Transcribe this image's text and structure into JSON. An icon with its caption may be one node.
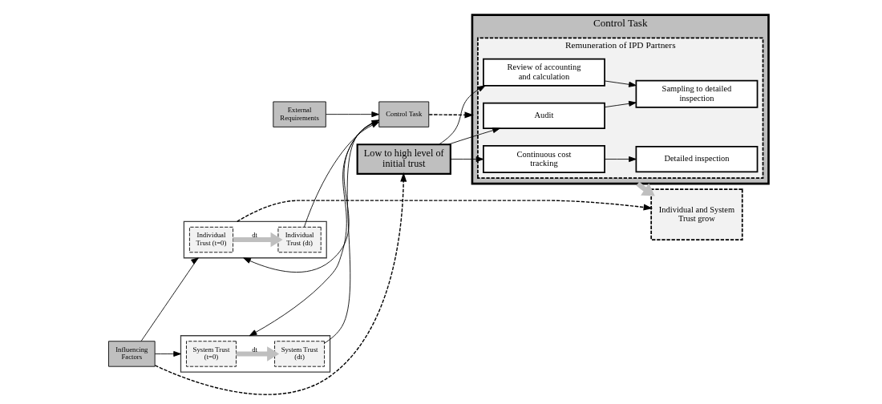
{
  "diagram": {
    "nodes": [
      {
        "text": [
          "Influencing Factors"
        ]
      },
      {
        "text": [],
        "shape": "box"
      },
      {
        "text": [
          "Individual Trust (t=0)"
        ],
        "in": 1
      },
      {
        "text": [
          "Individual Trust (dt)"
        ],
        "in": 1
      },
      {
        "text": [],
        "shape": "box"
      },
      {
        "text": [
          "System Trust (t=0)"
        ],
        "in": 4
      },
      {
        "text": [
          "System Trust (dt)"
        ],
        "in": 4
      },
      {
        "text": [
          "External Requirements"
        ]
      },
      {
        "text": [
          "Control Task"
        ]
      },
      {
        "text": [
          "Low to high level of initial trust"
        ]
      },
      {
        "text": [
          "Control Task"
        ]
      },
      {
        "text": [
          "Remuneration of IPD Partners"
        ],
        "in": 10
      },
      {
        "text": [
          "Audit"
        ],
        "in": 11
      },
      {
        "text": [
          "Review of accounting and calculation"
        ],
        "in": 11
      },
      {
        "text": [
          "Continuous cost tracking"
        ],
        "in": 11
      },
      {
        "text": [
          "Sampling to detailed inspection"
        ],
        "in": 11
      },
      {
        "text": [
          "Detailed inspection"
        ],
        "in": 11
      },
      {
        "text": [
          "Individual and System Trust grow"
        ]
      }
    ],
    "edges": [
      {
        "from": 0,
        "to": 1,
        "arrow": "to"
      },
      {
        "from": 0,
        "to": 4,
        "arrow": "to"
      },
      {
        "from": 2,
        "to": 3,
        "arrow": "to",
        "label": "dt",
        "style": "thick",
        "color": "#bfbfbf"
      },
      {
        "from": 5,
        "to": 6,
        "arrow": "to",
        "label": "dt",
        "style": "thick",
        "color": "#bfbfbf"
      },
      {
        "from": 3,
        "to": 8,
        "arrow": "to"
      },
      {
        "from": 6,
        "to": 8,
        "arrow": "to"
      },
      {
        "from": 7,
        "to": 8,
        "arrow": "to"
      },
      {
        "from": 8,
        "to": 1,
        "arrow": "to"
      },
      {
        "from": 8,
        "to": 4,
        "arrow": "to"
      },
      {
        "from": 0,
        "to": 9,
        "arrow": "to",
        "style": "dashed"
      },
      {
        "from": 8,
        "to": 10,
        "arrow": "to",
        "style": "dashed"
      },
      {
        "from": 1,
        "to": 17,
        "arrow": "to",
        "style": "dashed"
      },
      {
        "from": 9,
        "to": 12,
        "arrow": "to"
      },
      {
        "from": 9,
        "to": 13,
        "arrow": "to"
      },
      {
        "from": 9,
        "to": 14,
        "arrow": "to"
      },
      {
        "from": 12,
        "to": 15,
        "arrow": "to"
      },
      {
        "from": 13,
        "to": 15,
        "arrow": "to"
      },
      {
        "from": 14,
        "to": 16,
        "arrow": "to"
      },
      {
        "from": 10,
        "to": 17,
        "arrow": "to",
        "style": "thick",
        "color": "#bfbfbf"
      }
    ]
  }
}
